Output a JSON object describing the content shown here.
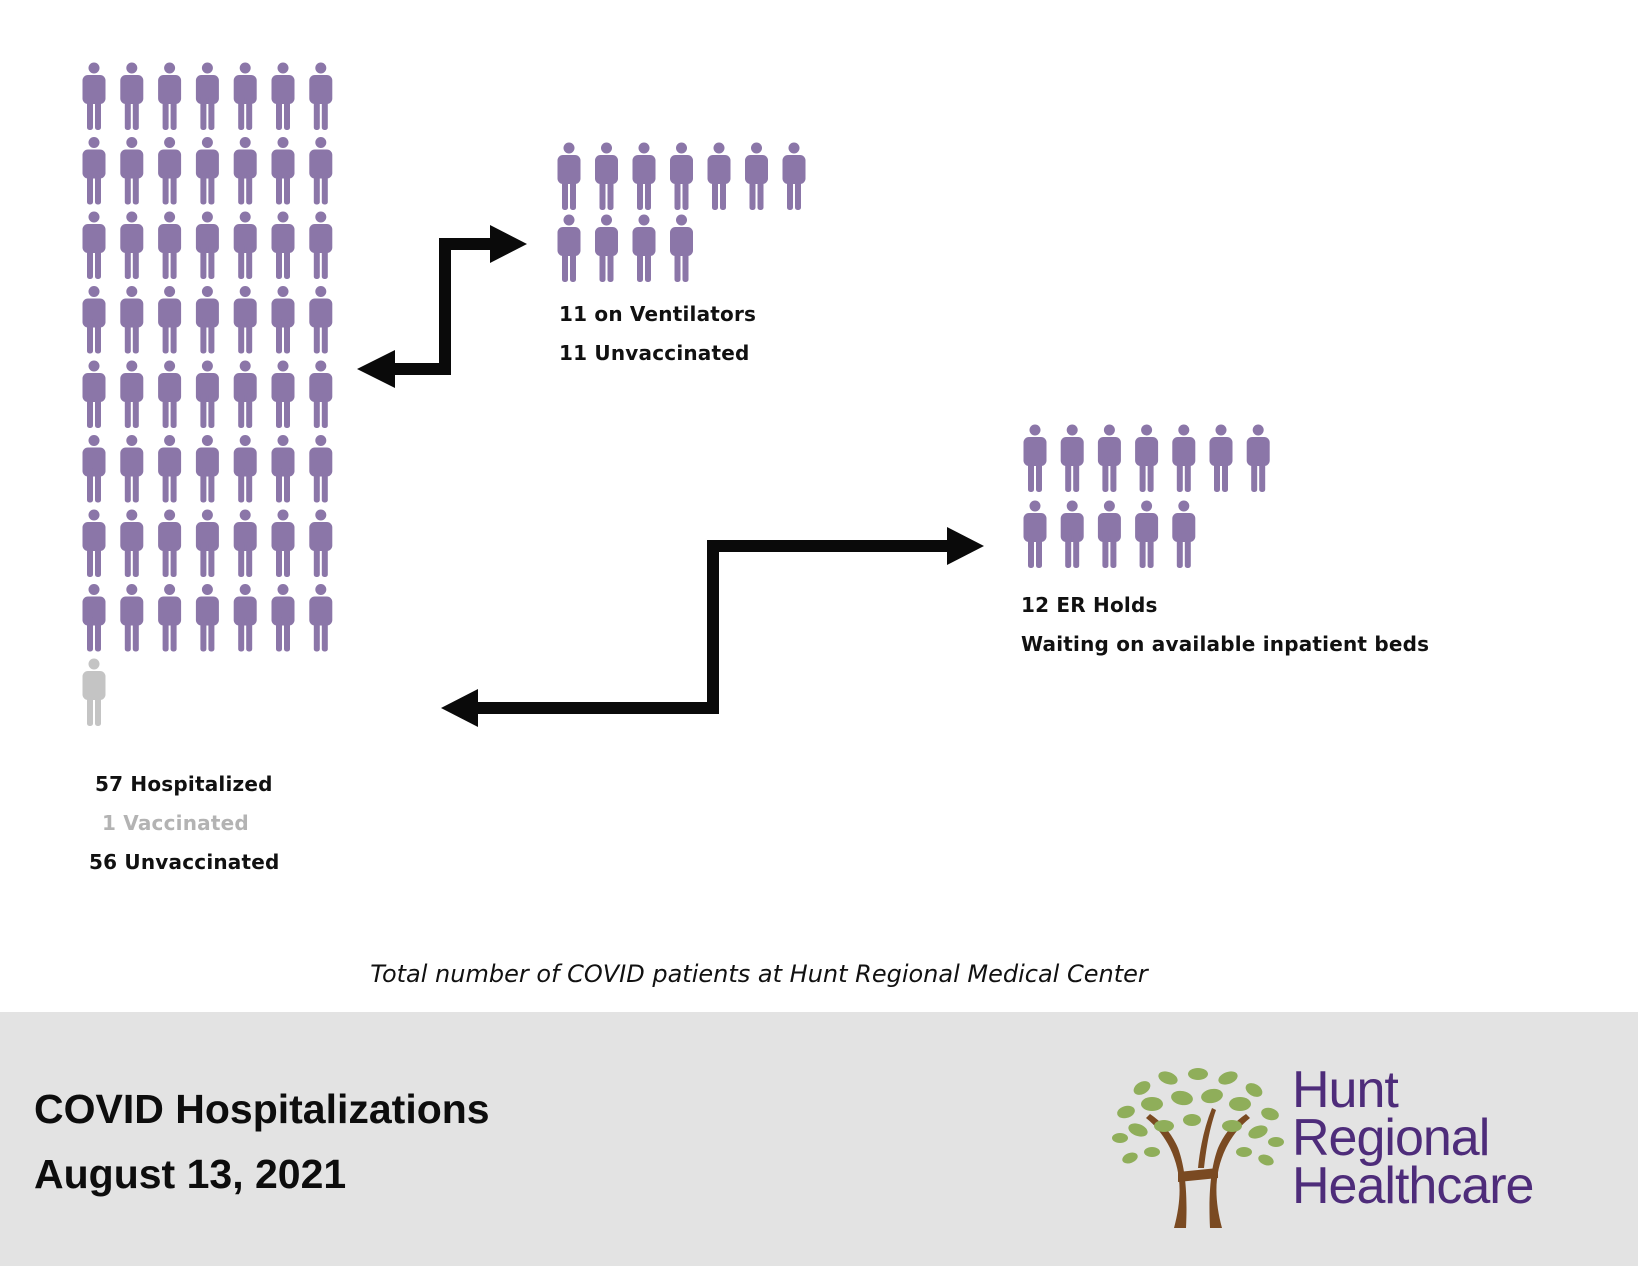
{
  "chart_data": {
    "type": "pictograph",
    "caption": "Total number of COVID patients at Hunt Regional Medical Center",
    "groups": [
      {
        "id": "hospitalized",
        "total": 57,
        "unvaccinated": 56,
        "vaccinated": 1,
        "labels": [
          "57 Hospitalized",
          "1 Vaccinated",
          "56 Unvaccinated"
        ]
      },
      {
        "id": "ventilators",
        "total": 11,
        "unvaccinated": 11,
        "vaccinated": 0,
        "labels": [
          "11 on Ventilators",
          "11 Unvaccinated"
        ]
      },
      {
        "id": "er_holds",
        "total": 12,
        "unvaccinated": 12,
        "vaccinated": 0,
        "labels": [
          "12 ER Holds",
          "Waiting on available inpatient beds"
        ]
      }
    ]
  },
  "colors": {
    "unvaccinated": "#8b76a8",
    "vaccinated": "#c4c4c4",
    "arrow": "#0a0a0a",
    "footer_bg": "#e3e3e3",
    "logo_text": "#4e2c7a",
    "logo_leaves": "#8fae5a",
    "logo_trunk": "#7a4a22"
  },
  "footer": {
    "title": "COVID Hospitalizations",
    "date": "August 13, 2021"
  },
  "logo": {
    "line1": "Hunt",
    "line2": "Regional",
    "line3": "Healthcare",
    "icon": "tree-logo-icon"
  }
}
